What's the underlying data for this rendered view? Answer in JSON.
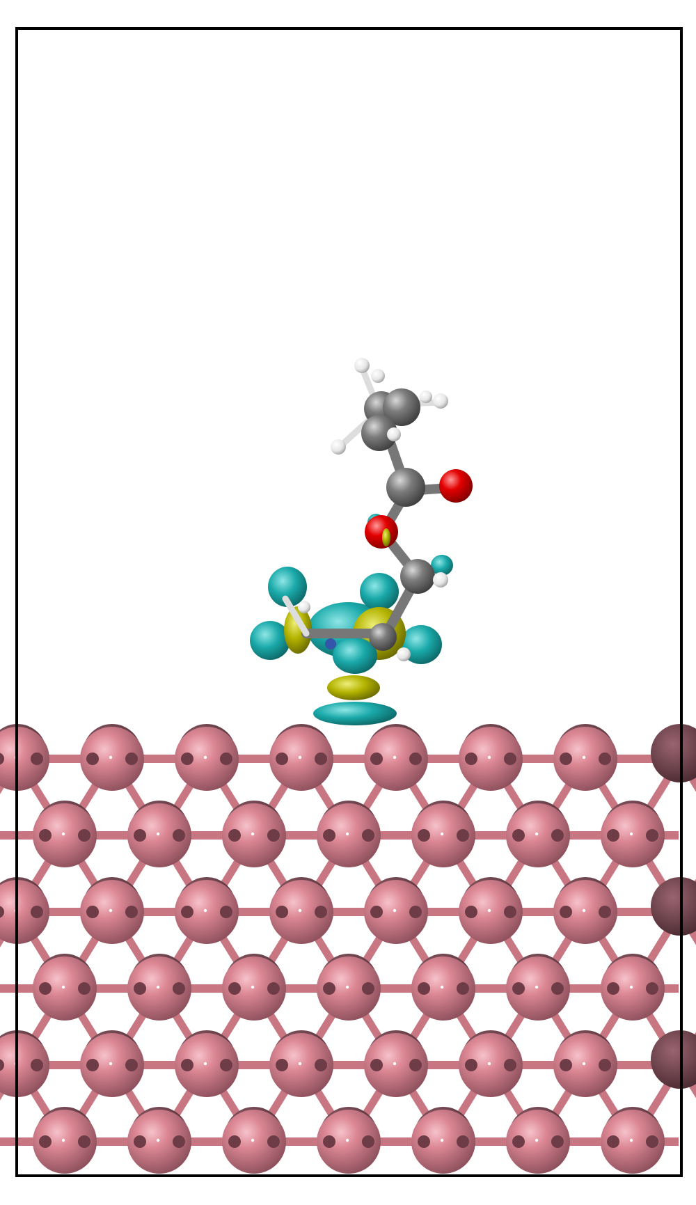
{
  "figure": {
    "kind": "ball-and-stick structure with charge-density isosurface",
    "colors": {
      "background": "#ffffff",
      "cell_border": "#000000",
      "surface_metal": "#d98490",
      "surface_metal_dark": "#5e3841",
      "carbon": "#7a7a7a",
      "oxygen": "#e00000",
      "hydrogen": "#f2f2f2",
      "nitrogen": "#3355aa",
      "isosurface_positive": "#b4b400",
      "isosurface_negative": "#1aa6a6"
    },
    "slab": {
      "layers": 6,
      "atoms_per_row": 7
    },
    "adsorbate": {
      "atoms": [
        "C",
        "C",
        "C",
        "O",
        "O",
        "C",
        "C",
        "N",
        "H",
        "H",
        "H",
        "H",
        "H",
        "H",
        "H",
        "H",
        "H",
        "H"
      ]
    }
  }
}
